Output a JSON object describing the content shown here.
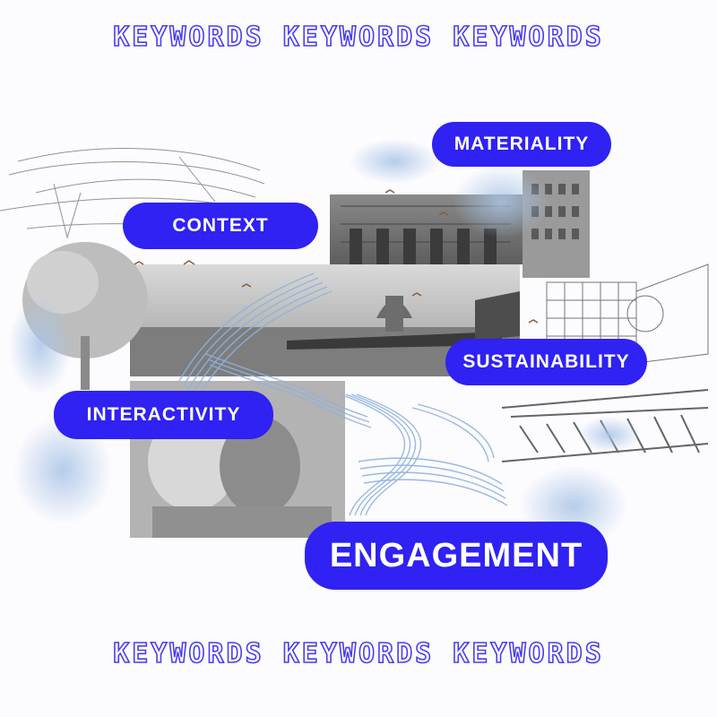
{
  "banner": {
    "top_text": "KEYWORDS KEYWORDS KEYWORDS",
    "bottom_text": "KEYWORDS KEYWORDS KEYWORDS"
  },
  "keywords": {
    "materiality": "MATERIALITY",
    "context": "CONTEXT",
    "sustainability": "SUSTAINABILITY",
    "interactivity": "INTERACTIVITY",
    "engagement": "ENGAGEMENT"
  },
  "colors": {
    "pill_fill": "#2f22f2",
    "banner_outline": "#4a3df0",
    "river_blue": "#8fb2dd",
    "watercolor": "#a9c4e6"
  }
}
